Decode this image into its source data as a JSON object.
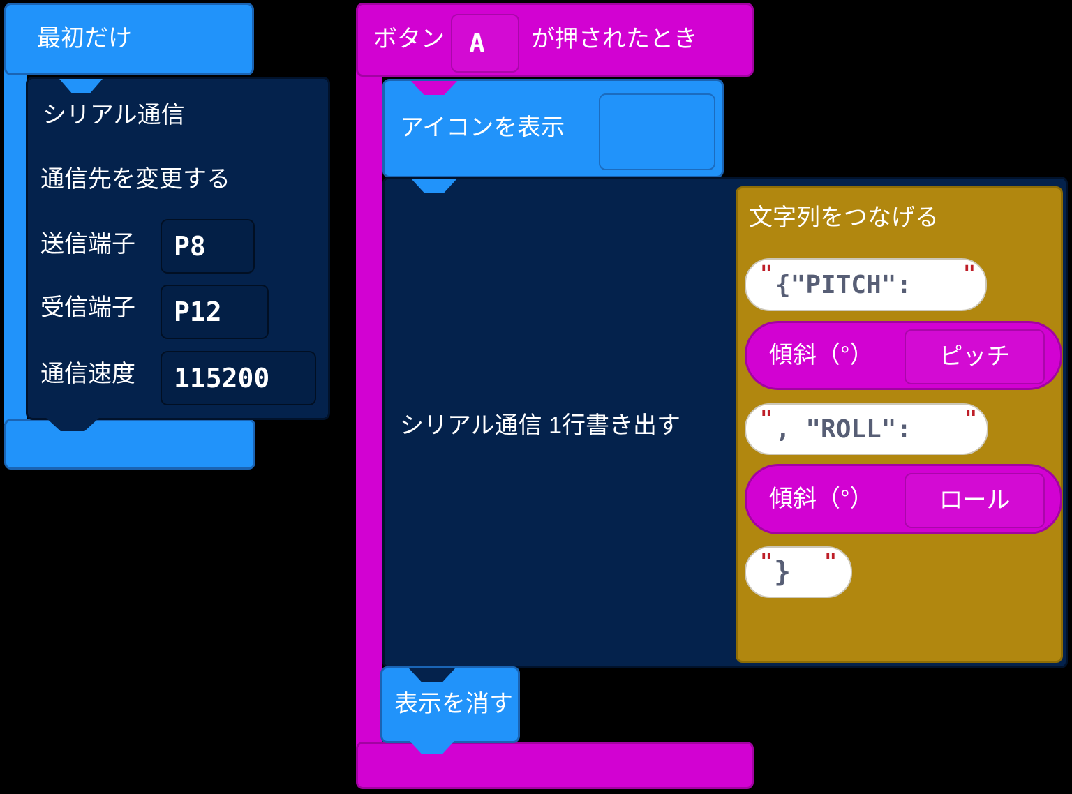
{
  "quote": "\"",
  "colors": {
    "basic_blue": "#2193FA",
    "input_magenta": "#D202D2",
    "serial_navy": "#04224C",
    "text_gold": "#B1870F",
    "string_text": "#575E75",
    "quote_red": "#BE1E28"
  },
  "on_start": {
    "label": "最初だけ",
    "serial_redirect": {
      "line1": "シリアル通信",
      "line2": "通信先を変更する",
      "tx_label": "送信端子",
      "tx_value": "P8",
      "rx_label": "受信端子",
      "rx_value": "P12",
      "baud_label": "通信速度",
      "baud_value": "115200"
    }
  },
  "on_button": {
    "prefix": "ボタン",
    "button_value": "A",
    "suffix": "が押されたとき",
    "show_icon": {
      "label": "アイコンを表示",
      "icon_value": ""
    },
    "serial_write": {
      "label": "シリアル通信 1行書き出す"
    },
    "join": {
      "label": "文字列をつなげる",
      "string1": "{\"PITCH\": ",
      "rotation1": {
        "label": "傾斜（°）",
        "value": "ピッチ"
      },
      "string2": ", \"ROLL\": ",
      "rotation2": {
        "label": "傾斜（°）",
        "value": "ロール"
      },
      "string3": "}"
    },
    "clear": {
      "label": "表示を消す"
    }
  }
}
